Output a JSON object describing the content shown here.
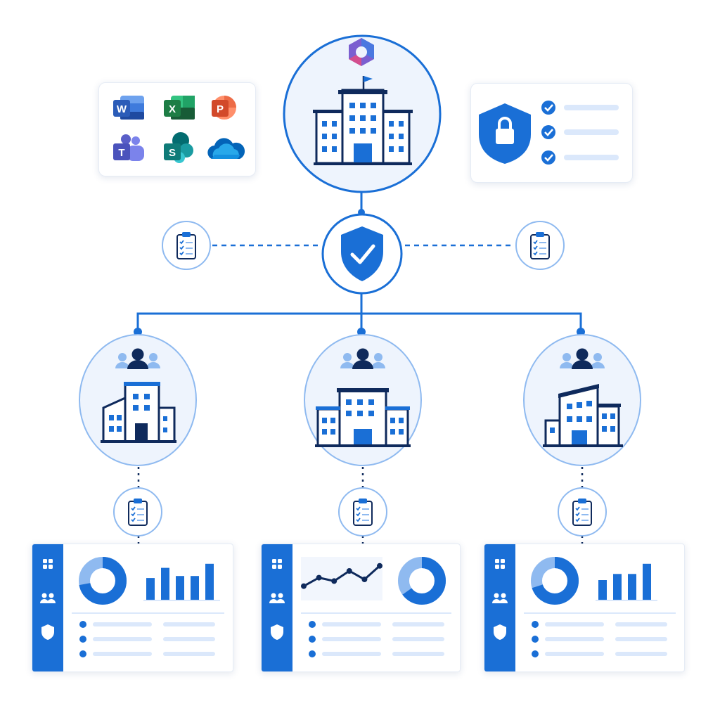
{
  "colors": {
    "primary": "#1a6fd6",
    "navy": "#0f2a5c",
    "light_blue": "#8fbaf0",
    "pale_blue": "#dbe8fb",
    "word": "#2b5cb8",
    "excel": "#1e7d45",
    "powerpoint": "#d2492a",
    "teams": "#5a5fc8",
    "sharepoint": "#0f7b78",
    "onedrive": "#1e78d6"
  },
  "apps": [
    {
      "icon": "word-icon",
      "letter": "W"
    },
    {
      "icon": "excel-icon",
      "letter": "X"
    },
    {
      "icon": "powerpoint-icon",
      "letter": "P"
    },
    {
      "icon": "teams-icon",
      "letter": "T"
    },
    {
      "icon": "sharepoint-icon",
      "letter": "S"
    },
    {
      "icon": "onedrive-icon",
      "letter": ""
    }
  ],
  "security_card": {
    "icon": "shield-lock-icon",
    "checklist_count": 3
  },
  "hub": {
    "logo": "microsoft-365-logo-icon",
    "icon": "headquarters-building-icon"
  },
  "policy_node": {
    "icon": "shield-check-icon"
  },
  "branches": [
    {
      "icon": "branch-office-building-icon",
      "people_icon": "user-group-icon"
    },
    {
      "icon": "branch-office-building-icon",
      "people_icon": "user-group-icon"
    },
    {
      "icon": "branch-office-building-icon",
      "people_icon": "user-group-icon"
    }
  ],
  "dashboards": [
    {
      "sidebar_icons": [
        "grid-icon",
        "users-icon",
        "shield-icon"
      ],
      "charts": [
        "donut",
        "bar"
      ],
      "bar_values": [
        0.55,
        0.8,
        0.6,
        0.6,
        0.9
      ],
      "donut_fraction": 0.72
    },
    {
      "sidebar_icons": [
        "grid-icon",
        "users-icon",
        "shield-icon"
      ],
      "charts": [
        "line",
        "donut"
      ],
      "line_values": [
        0.3,
        0.55,
        0.45,
        0.75,
        0.5,
        0.9
      ],
      "donut_fraction": 0.65
    },
    {
      "sidebar_icons": [
        "grid-icon",
        "users-icon",
        "shield-icon"
      ],
      "charts": [
        "donut",
        "bar"
      ],
      "bar_values": [
        0.5,
        0.65,
        0.65,
        0.9
      ],
      "donut_fraction": 0.7
    }
  ]
}
